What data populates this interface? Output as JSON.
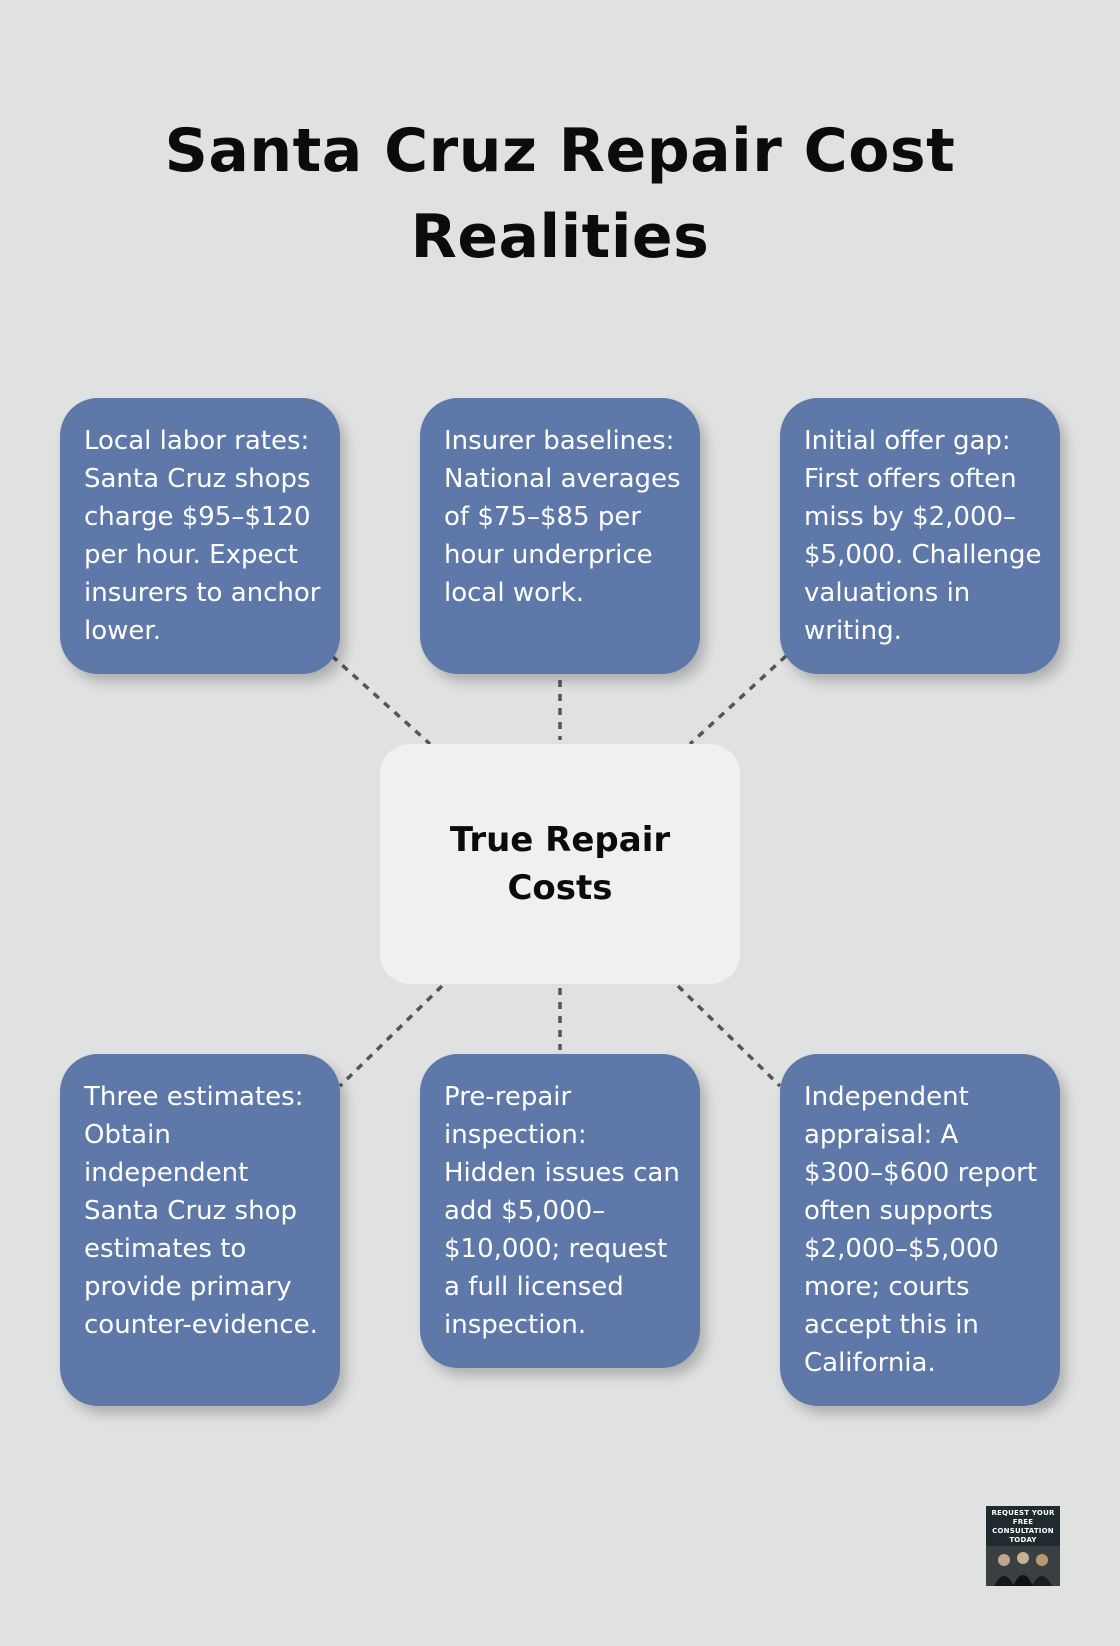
{
  "title": "Santa Cruz Repair Cost Realities",
  "center": {
    "label": "True Repair Costs"
  },
  "cards": [
    {
      "text": "Local labor rates: Santa Cruz shops charge $95–$120 per hour. Expect insurers to anchor lower."
    },
    {
      "text": "Insurer baselines: National averages of $75–$85 per hour underprice local work."
    },
    {
      "text": "Initial offer gap: First offers often miss by $2,000–$5,000. Challenge valuations in writing."
    },
    {
      "text": "Three estimates: Obtain independent Santa Cruz shop estimates to provide primary counter-evidence."
    },
    {
      "text": "Pre-repair inspection: Hidden issues can add $5,000–$10,000; request a full licensed inspection."
    },
    {
      "text": "Independent appraisal: A $300–$600 report often supports $2,000–$5,000 more; courts accept this in California."
    }
  ],
  "cta": {
    "text": "REQUEST YOUR FREE CONSULTATION TODAY"
  },
  "colors": {
    "background": "#e0e2e1",
    "card": "#5e78aa",
    "center": "#eff0f1",
    "connector": "#555555"
  }
}
